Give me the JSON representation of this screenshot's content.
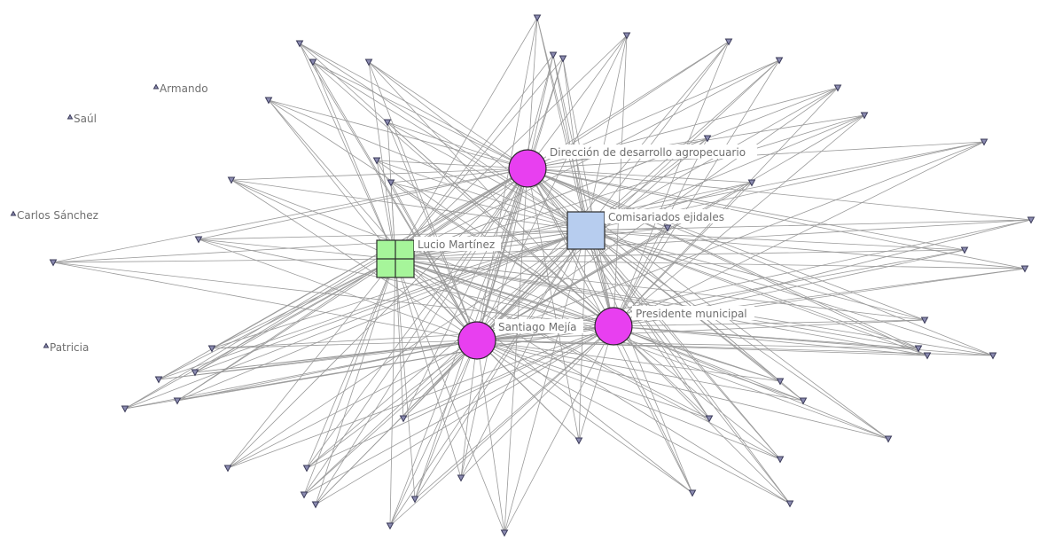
{
  "network": {
    "colors": {
      "edge": "#9a9a9a",
      "peripheral_node": "#3c3c5a",
      "circle_hub": "#e83ff0",
      "green_square": "#a6f59a",
      "blue_square": "#b7cdef",
      "label": "#6f6f6f"
    },
    "hubs": [
      {
        "id": "direccion",
        "label": "Dirección de desarrollo agropecuario",
        "shape": "circle",
        "color": "#e83ff0"
      },
      {
        "id": "comisariados",
        "label": "Comisariados ejidales",
        "shape": "square",
        "color": "#b7cdef"
      },
      {
        "id": "lucio",
        "label": "Lucio Martínez",
        "shape": "square-grid",
        "color": "#a6f59a"
      },
      {
        "id": "santiago",
        "label": "Santiago Mejía",
        "shape": "circle",
        "color": "#e83ff0"
      },
      {
        "id": "presidente",
        "label": "Presidente municipal",
        "shape": "circle",
        "color": "#e83ff0"
      }
    ],
    "isolated": [
      {
        "id": "armando",
        "label": "Armando"
      },
      {
        "id": "saul",
        "label": "Saúl"
      },
      {
        "id": "carlos",
        "label": "Carlos Sánchez"
      },
      {
        "id": "patricia",
        "label": "Patricia"
      }
    ]
  }
}
